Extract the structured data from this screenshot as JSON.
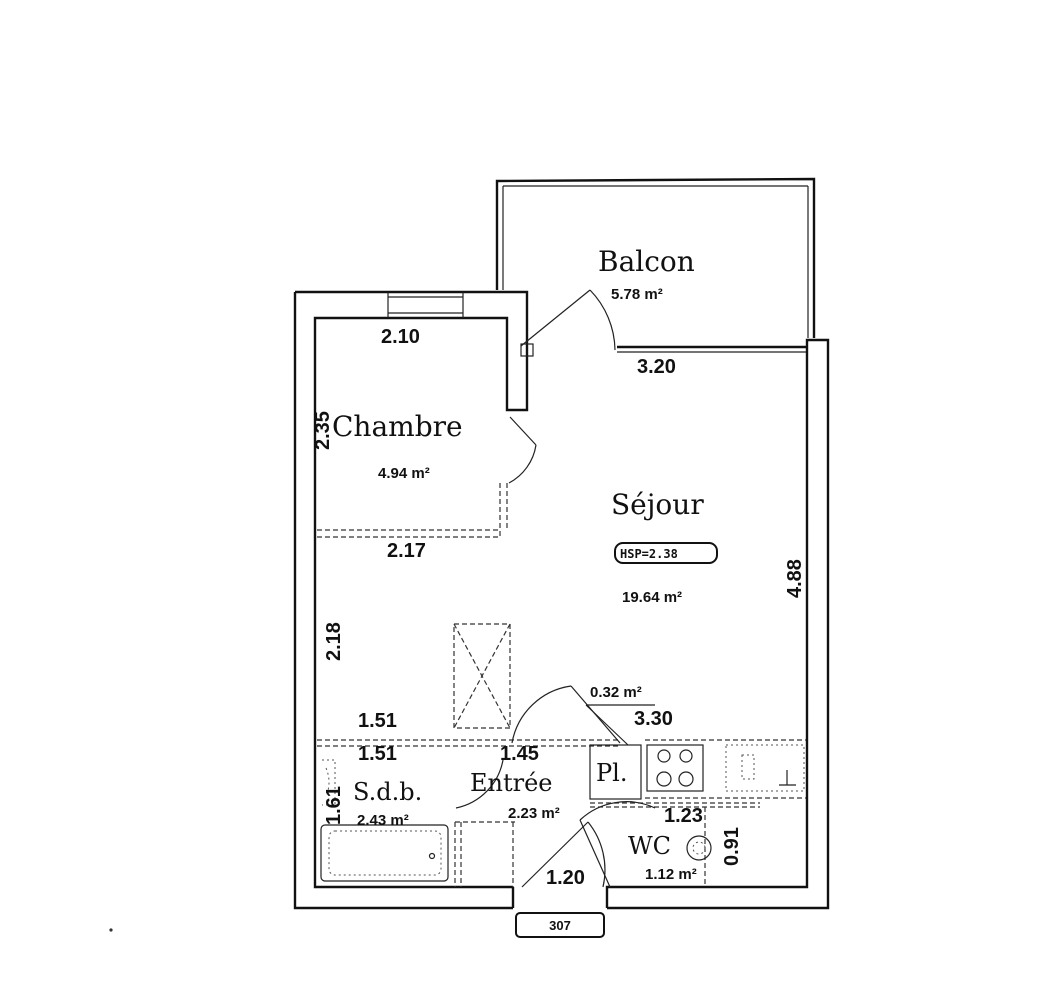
{
  "rooms": {
    "balcon": {
      "name": "Balcon",
      "area": "5.78 m²"
    },
    "chambre": {
      "name": "Chambre",
      "area": "4.94 m²"
    },
    "sejour": {
      "name": "Séjour",
      "area": "19.64 m²",
      "ceiling_height": "HSP=2.38"
    },
    "sdb": {
      "name": "S.d.b.",
      "area": "2.43 m²"
    },
    "entree": {
      "name": "Entrée",
      "area": "2.23 m²"
    },
    "placard": {
      "name": "Pl.",
      "area": "0.32 m²"
    },
    "wc": {
      "name": "WC",
      "area": "1.12 m²"
    }
  },
  "dimensions": {
    "chambre_top": "2.10",
    "chambre_side": "2.35",
    "chambre_bottom": "2.17",
    "balcon_bottom": "3.20",
    "sejour_right": "4.88",
    "sejour_left": "2.18",
    "hall_left": "1.51",
    "sdb_top": "1.51",
    "entree_top": "1.45",
    "kitchen": "3.30",
    "sdb_side": "1.61",
    "wc_top": "1.23",
    "wc_side": "0.91",
    "entry_door": "1.20"
  },
  "unit_number": "307"
}
